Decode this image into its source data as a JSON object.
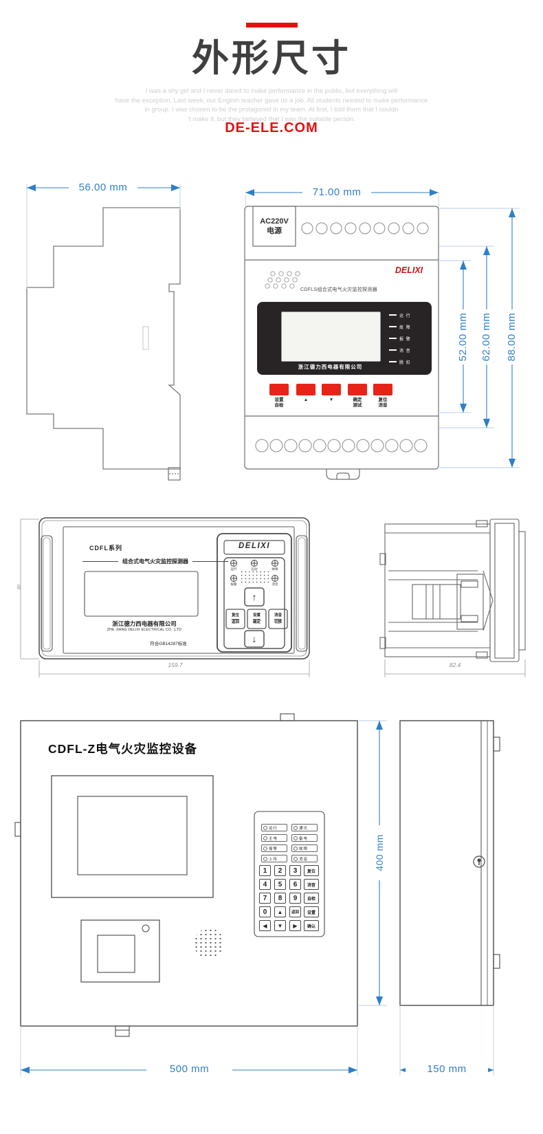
{
  "header": {
    "title": "外形尺寸",
    "site": "DE-ELE.COM",
    "watermark": [
      "I was a shy girl and I never dared to make performance in the public, but everything will",
      "have the exception. Last week, our English teacher gave us a job. All students needed to make performance",
      "in group. I was chosen to be the protagonist in my team. At first, I told them that I couldn",
      "'t make it, but they believed that I was the suitable person."
    ]
  },
  "colors": {
    "dimension_blue": "#2e7fc9",
    "accent_red": "#e60f0f",
    "brand_red": "#c8161d",
    "button_red": "#e82418",
    "panel_black": "#282325"
  },
  "side_view_top": {
    "width_dim": "56.00 mm"
  },
  "front_view_top": {
    "width_dim": "71.00 mm",
    "power1": "AC220V",
    "power2": "电源",
    "brand": "DELIXI",
    "model_line": "CDFLS组合式电气火灾监控探测器",
    "company": "浙江德力西电器有限公司",
    "indicators": [
      "运 行",
      "故 障",
      "报 警",
      "消 音",
      "脱 扣"
    ],
    "buttons": [
      {
        "l1": "设置",
        "l2": "自检"
      },
      {
        "l1": "▲",
        "l2": ""
      },
      {
        "l1": "▼",
        "l2": ""
      },
      {
        "l1": "确定",
        "l2": "测试"
      },
      {
        "l1": "复位",
        "l2": "消音"
      }
    ],
    "height_dims": [
      "52.00 mm",
      "62.00 mm",
      "88.00 mm"
    ]
  },
  "panel_device": {
    "series": "CDFL系列",
    "subtitle": "组合式电气火灾监控探测器",
    "company_cn": "浙江德力西电器有限公司",
    "company_en": "ZHE JIANG DELIXI ELECTRICAL CO. ,LTD",
    "standard": "符合GB14287标准",
    "brand": "DELIXI",
    "leds1": [
      "运行",
      "启动",
      "故障"
    ],
    "leds2": [
      "报警",
      "消音"
    ],
    "up": "↑",
    "down": "↓",
    "buttons": [
      {
        "l1": "复位",
        "l2": "返回"
      },
      {
        "l1": "设置",
        "l2": "确定"
      },
      {
        "l1": "消音",
        "l2": "切换"
      }
    ],
    "width_dim": "159.7",
    "height_dim": "80",
    "depth_dim": "82.4"
  },
  "cabinet": {
    "title": "CDFL-Z电气火灾监控设备",
    "indicators": [
      "运行",
      "通讯",
      "主电",
      "备电",
      "报警",
      "故障",
      "上传",
      "消音"
    ],
    "keys": [
      "1",
      "2",
      "3",
      "复位",
      "4",
      "5",
      "6",
      "消音",
      "7",
      "8",
      "9",
      "自检",
      "0",
      "▲",
      "返回",
      "设置",
      "◀",
      "▼",
      "▶",
      "确认"
    ],
    "width_dim": "500 mm",
    "height_dim": "400 mm",
    "depth_dim": "150 mm"
  }
}
